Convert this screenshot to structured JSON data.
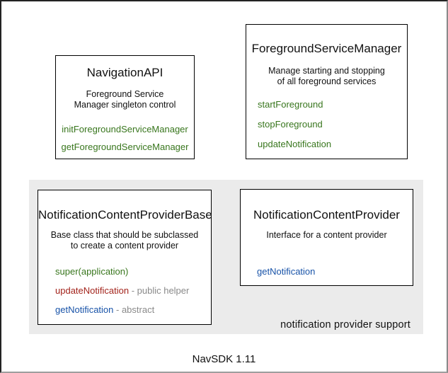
{
  "colors": {
    "method_green": "#38761d",
    "method_red": "#a3241c",
    "method_blue": "#1853a8",
    "annotation_gray": "#8a8a8a",
    "panel_bg": "#ebebeb",
    "box_border": "#000000"
  },
  "caption": "NavSDK 1.11",
  "panel_label": "notification provider support",
  "boxes": {
    "navigation_api": {
      "title": "NavigationAPI",
      "description_lines": [
        "Foreground Service",
        "Manager singleton control"
      ],
      "methods": [
        {
          "name": "initForegroundServiceManager",
          "color": "green"
        },
        {
          "name": "getForegroundServiceManager",
          "color": "green"
        }
      ]
    },
    "foreground_service_manager": {
      "title": "ForegroundServiceManager",
      "description_lines": [
        "Manage starting and stopping",
        "of all foreground services"
      ],
      "methods": [
        {
          "name": "startForeground",
          "color": "green"
        },
        {
          "name": "stopForeground",
          "color": "green"
        },
        {
          "name": "updateNotification",
          "color": "green"
        }
      ]
    },
    "notification_content_provider_base": {
      "title": "NotificationContentProviderBase",
      "description_lines": [
        "Base class that should be subclassed",
        "to create a content provider"
      ],
      "methods": [
        {
          "name": "super(application)",
          "color": "green"
        },
        {
          "name": "updateNotification",
          "color": "red",
          "suffix": " - public helper"
        },
        {
          "name": "getNotification",
          "color": "blue",
          "suffix": " - abstract"
        }
      ]
    },
    "notification_content_provider": {
      "title": "NotificationContentProvider",
      "description_lines": [
        "Interface for a content provider"
      ],
      "methods": [
        {
          "name": "getNotification",
          "color": "blue"
        }
      ]
    }
  }
}
